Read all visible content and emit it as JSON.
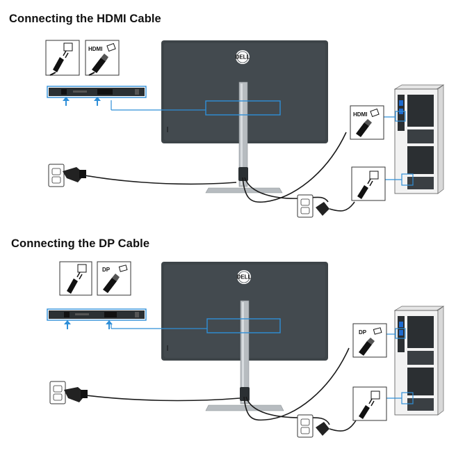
{
  "sections": [
    {
      "title": "Connecting the HDMI Cable",
      "connector_label": "HDMI",
      "monitor_logo": "DELL",
      "icons": [
        "power-outlet-icon",
        "power-plug-icon",
        "hdmi-plug-icon",
        "wall-outlet-icon",
        "desktop-tower-icon"
      ]
    },
    {
      "title": "Connecting the DP Cable",
      "connector_label": "DP",
      "monitor_logo": "DELL",
      "icons": [
        "power-outlet-icon",
        "power-plug-icon",
        "dp-plug-icon",
        "wall-outlet-icon",
        "desktop-tower-icon"
      ]
    }
  ],
  "colors": {
    "highlight_blue": "#2f8fd8",
    "monitor_bezel": "#3d4448",
    "stand_silver": "#b7bcc0",
    "cable": "#1a1a1a"
  }
}
